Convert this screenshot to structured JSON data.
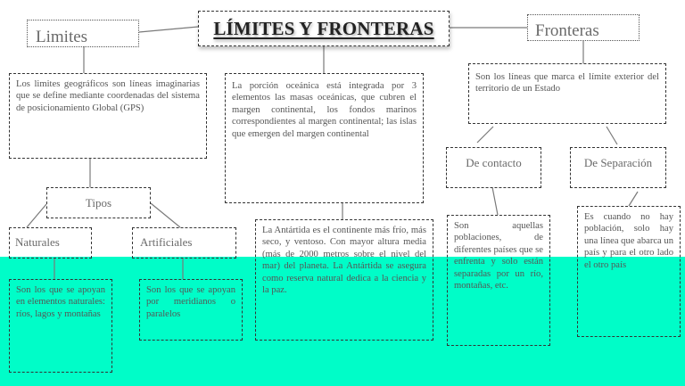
{
  "background": {
    "top_color": "#ffffff",
    "band_color": "#00fdc8"
  },
  "title": "LÍMITES Y FRONTERAS",
  "limites": {
    "label": "Limites",
    "description": "Los limites geográficos son líneas imaginarias que se define mediante coordenadas del sistema de posicionamiento Global (GPS)",
    "tipos_label": "Tipos",
    "naturales": {
      "label": "Naturales",
      "description": "Son los que se apoyan en elementos naturales: ríos, lagos y montañas"
    },
    "artificiales": {
      "label": "Artificiales",
      "description": "Son los que se apoyan por meridianos o paralelos"
    }
  },
  "center": {
    "porcion_oceanica": "La porción oceánica está integrada por 3 elementos las masas oceánicas, que cubren el margen continental, los fondos marinos correspondientes al margen continental; las islas que emergen del margen continental",
    "antartida": "La Antártida es el continente más frío, más seco, y ventoso. Con mayor altura media (más de 2000 metros sobre el nivel del mar) del planeta. La Antártida se asegura como reserva natural dedica a la ciencia y la paz."
  },
  "fronteras": {
    "label": "Fronteras",
    "description": "Son los líneas que marca el límite exterior del  territorio de un Estado",
    "contacto": {
      "label": "De contacto",
      "description": "Son aquellas poblaciones, de diferentes países que se enfrenta y solo están separadas por un río, montañas, etc."
    },
    "separacion": {
      "label": "De Separación",
      "description": "Es cuando no hay población, solo hay una línea que abarca un país y para el otro lado el otro país"
    }
  }
}
